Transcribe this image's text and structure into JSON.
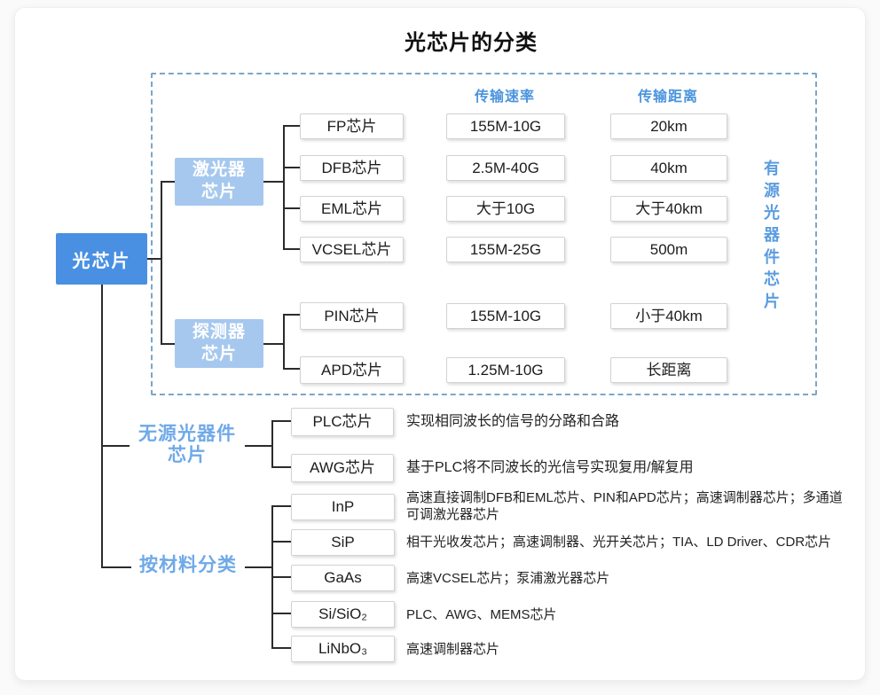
{
  "title": "光芯片的分类",
  "root_label": "光芯片",
  "active_section": {
    "rate_header": "传输速率",
    "distance_header": "传输距离",
    "side_label": "有源光器件芯片",
    "laser_group_label": "激光器芯片",
    "detector_group_label": "探测器芯片",
    "rows": [
      {
        "name": "FP芯片",
        "rate": "155M-10G",
        "distance": "20km"
      },
      {
        "name": "DFB芯片",
        "rate": "2.5M-40G",
        "distance": "40km"
      },
      {
        "name": "EML芯片",
        "rate": "大于10G",
        "distance": "大于40km"
      },
      {
        "name": "VCSEL芯片",
        "rate": "155M-25G",
        "distance": "500m"
      },
      {
        "name": "PIN芯片",
        "rate": "155M-10G",
        "distance": "小于40km"
      },
      {
        "name": "APD芯片",
        "rate": "1.25M-10G",
        "distance": "长距离"
      }
    ]
  },
  "passive_section": {
    "label": "无源光器件芯片",
    "rows": [
      {
        "name": "PLC芯片",
        "desc": "实现相同波长的信号的分路和合路"
      },
      {
        "name": "AWG芯片",
        "desc": "基于PLC将不同波长的光信号实现复用/解复用"
      }
    ]
  },
  "material_section": {
    "label": "按材料分类",
    "rows": [
      {
        "name": "InP",
        "desc": "高速直接调制DFB和EML芯片、PIN和APD芯片；高速调制器芯片；多通道可调激光器芯片"
      },
      {
        "name": "SiP",
        "desc": "相干光收发芯片；高速调制器、光开关芯片；TIA、LD Driver、CDR芯片"
      },
      {
        "name": "GaAs",
        "desc": "高速VCSEL芯片；泵浦激光器芯片"
      },
      {
        "name": "Si/SiO₂",
        "desc": "PLC、AWG、MEMS芯片"
      },
      {
        "name": "LiNbO₃",
        "desc": "高速调制器芯片"
      }
    ]
  },
  "colors": {
    "root_fill": "#4a90e2",
    "group_fill": "#a6c8ee",
    "header_blue": "#4a94dd",
    "side_blue": "#5b9cdf",
    "branch_blue": "#6fa9e8",
    "dashed_border": "#7aa6c9"
  }
}
